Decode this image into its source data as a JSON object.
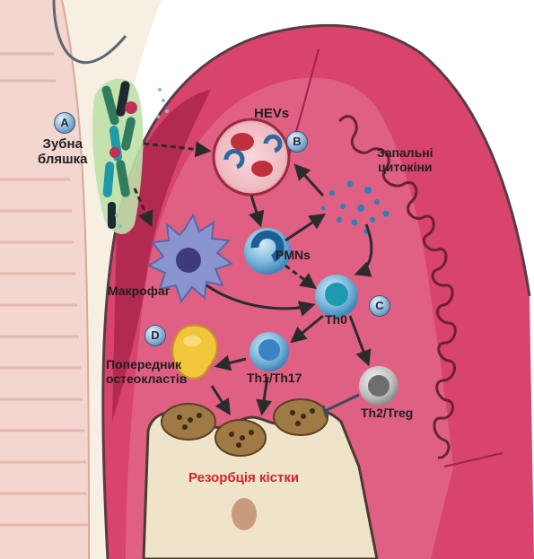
{
  "labels": {
    "plaque": "Зубна\nбляшка",
    "hevs": "HEVs",
    "cytokines": "Запальні\nцитокіни",
    "pmns": "PMNs",
    "macrophage": "Макрофаг",
    "th0": "Th0",
    "th1": "Th1/Th17",
    "th2": "Th2/Treg",
    "osteoclast": "Попередник\nостеокластів",
    "resorption": "Резорбція кістки"
  },
  "badges": {
    "a": "A",
    "b": "B",
    "c": "C",
    "d": "D"
  },
  "colors": {
    "gingiva": "#d8446c",
    "gingiva_dark": "#b9284f",
    "tissue": "#e46a8c",
    "bone": "#efe3c9",
    "tooth": "#f2d4cc",
    "resorption_text": "#d2232a"
  }
}
